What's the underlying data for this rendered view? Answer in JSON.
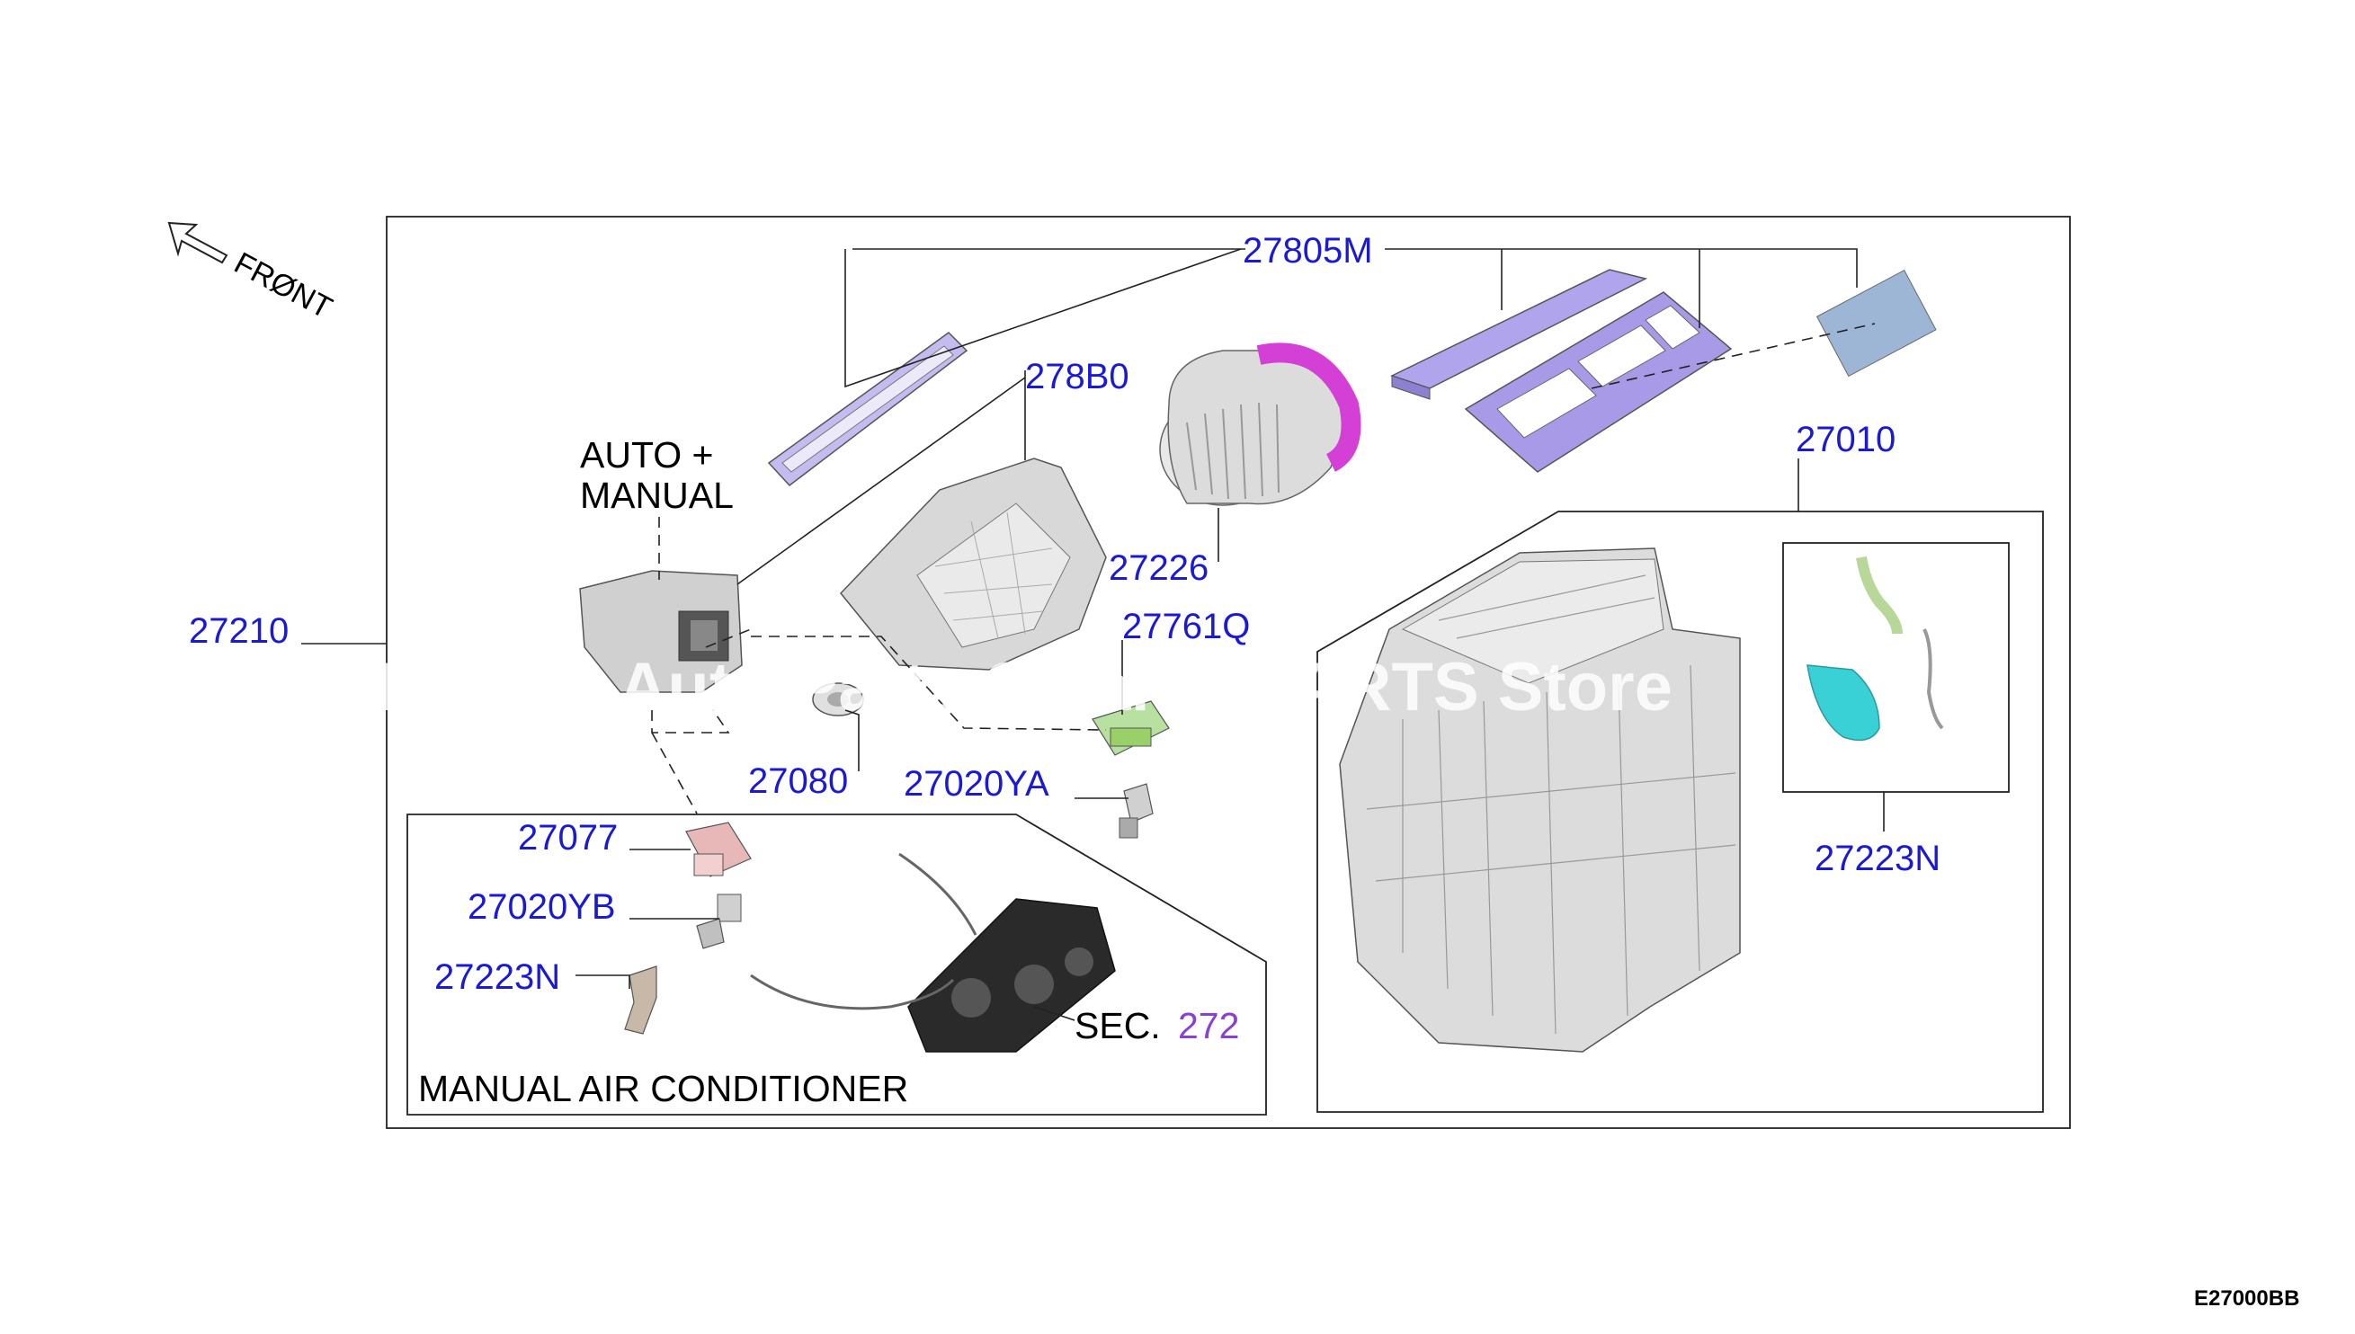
{
  "orientation": {
    "label": "FRØNT"
  },
  "labels": {
    "filter_parts": "27805M",
    "housing_upper": "278B0",
    "auto_manual_line1": "AUTO +",
    "auto_manual_line2": "MANUAL",
    "blower_fan": "27226",
    "heater_unit": "27010",
    "blower_assembly": "27210",
    "resistor_auto": "27761Q",
    "motor_part": "27080",
    "harness_a": "27020YA",
    "clip_right": "27223N",
    "resistor_manual": "27077",
    "harness_b": "27020YB",
    "clip_left": "27223N",
    "sec_prefix": "SEC.",
    "sec_number": "272",
    "manual_title": "MANUAL AIR CONDITIONER"
  },
  "watermark": "Nissan Auto Parts Catalog PARTS Store",
  "diagram_code": "E27000BB",
  "colors": {
    "callout": "#1a1ad6",
    "section_ref": "#8a3fd6",
    "filter": "#a99ae8",
    "filter_sheet": "#9db6d6",
    "fan_ring": "#d43fd6",
    "hose": "#3ad1d6",
    "connector": "#9ad06a",
    "resistor": "#e8b8b8",
    "housing": "#cfcfcf"
  }
}
